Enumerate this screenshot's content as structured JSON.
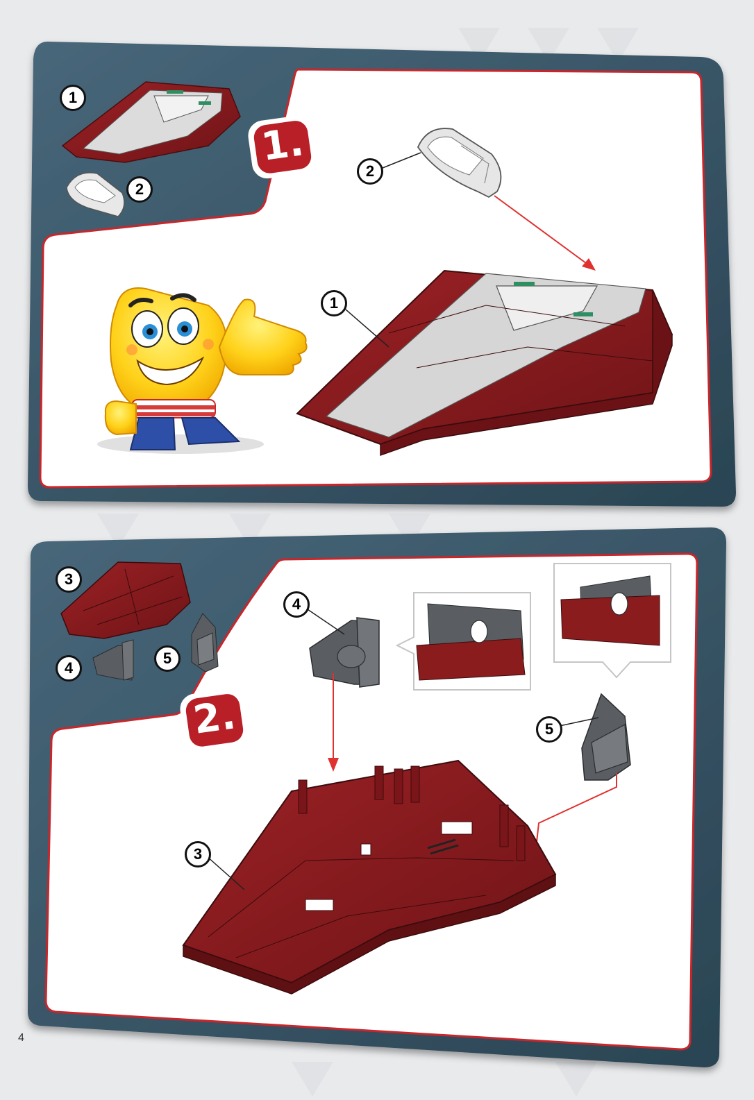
{
  "page": {
    "number": "4"
  },
  "colors": {
    "panel_dark": "#2f4d5c",
    "panel_frame": "#35586a",
    "accent_red": "#c8262b",
    "part_red": "#8a1c1e",
    "part_grey": "#d9d9d9",
    "part_dark_grey": "#5a5e62",
    "canopy_green": "#2e8f63",
    "background": "#e9eaec"
  },
  "steps": [
    {
      "number": "1.",
      "parts_legend": [
        {
          "label": "1",
          "icon": "ship-hull-icon"
        },
        {
          "label": "2",
          "icon": "canopy-icon"
        }
      ],
      "callouts": [
        {
          "label": "2",
          "icon": "canopy-icon"
        },
        {
          "label": "1",
          "icon": "ship-hull-icon"
        }
      ],
      "mascot": "thumbs-up-mascot-icon"
    },
    {
      "number": "2.",
      "parts_legend": [
        {
          "label": "3",
          "icon": "ship-base-icon"
        },
        {
          "label": "4",
          "icon": "bracket-part-icon"
        },
        {
          "label": "5",
          "icon": "side-panel-part-icon"
        }
      ],
      "callouts": [
        {
          "label": "4",
          "icon": "bracket-part-icon"
        },
        {
          "label": "5",
          "icon": "side-panel-part-icon"
        },
        {
          "label": "3",
          "icon": "ship-base-icon"
        }
      ]
    }
  ]
}
